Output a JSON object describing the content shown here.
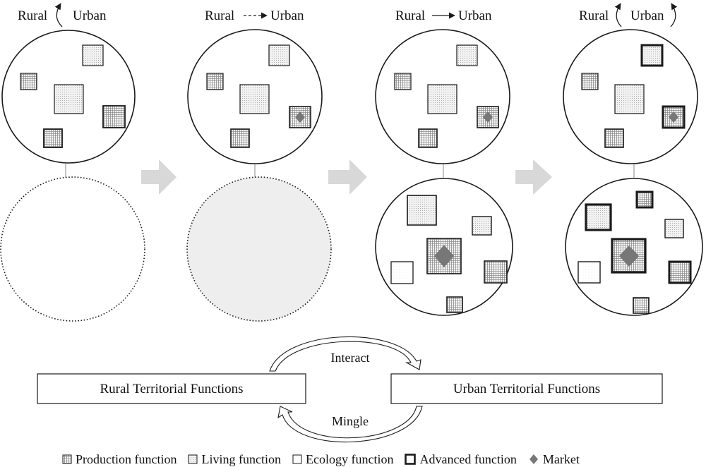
{
  "stages": [
    {
      "header": {
        "left": "Rural",
        "right": "Urban"
      }
    },
    {
      "header": {
        "left": "Rural",
        "right": "Urban"
      }
    },
    {
      "header": {
        "left": "Rural",
        "right": "Urban"
      }
    },
    {
      "header": {
        "left": "Rural",
        "right": "Urban"
      }
    }
  ],
  "relations": {
    "interact": "Interact",
    "mingle": "Mingle"
  },
  "boxes": {
    "rural": "Rural Territorial Functions",
    "urban": "Urban Territorial Functions"
  },
  "legend": [
    {
      "key": "production",
      "label": "Production function"
    },
    {
      "key": "living",
      "label": "Living function"
    },
    {
      "key": "ecology",
      "label": "Ecology function"
    },
    {
      "key": "advanced",
      "label": "Advanced function"
    },
    {
      "key": "market",
      "label": "Market"
    }
  ],
  "colors": {
    "stroke": "#1a1a1a",
    "market": "#777777",
    "arrow": "#d8d8d8",
    "shaded_circle": "#eeeeee"
  }
}
